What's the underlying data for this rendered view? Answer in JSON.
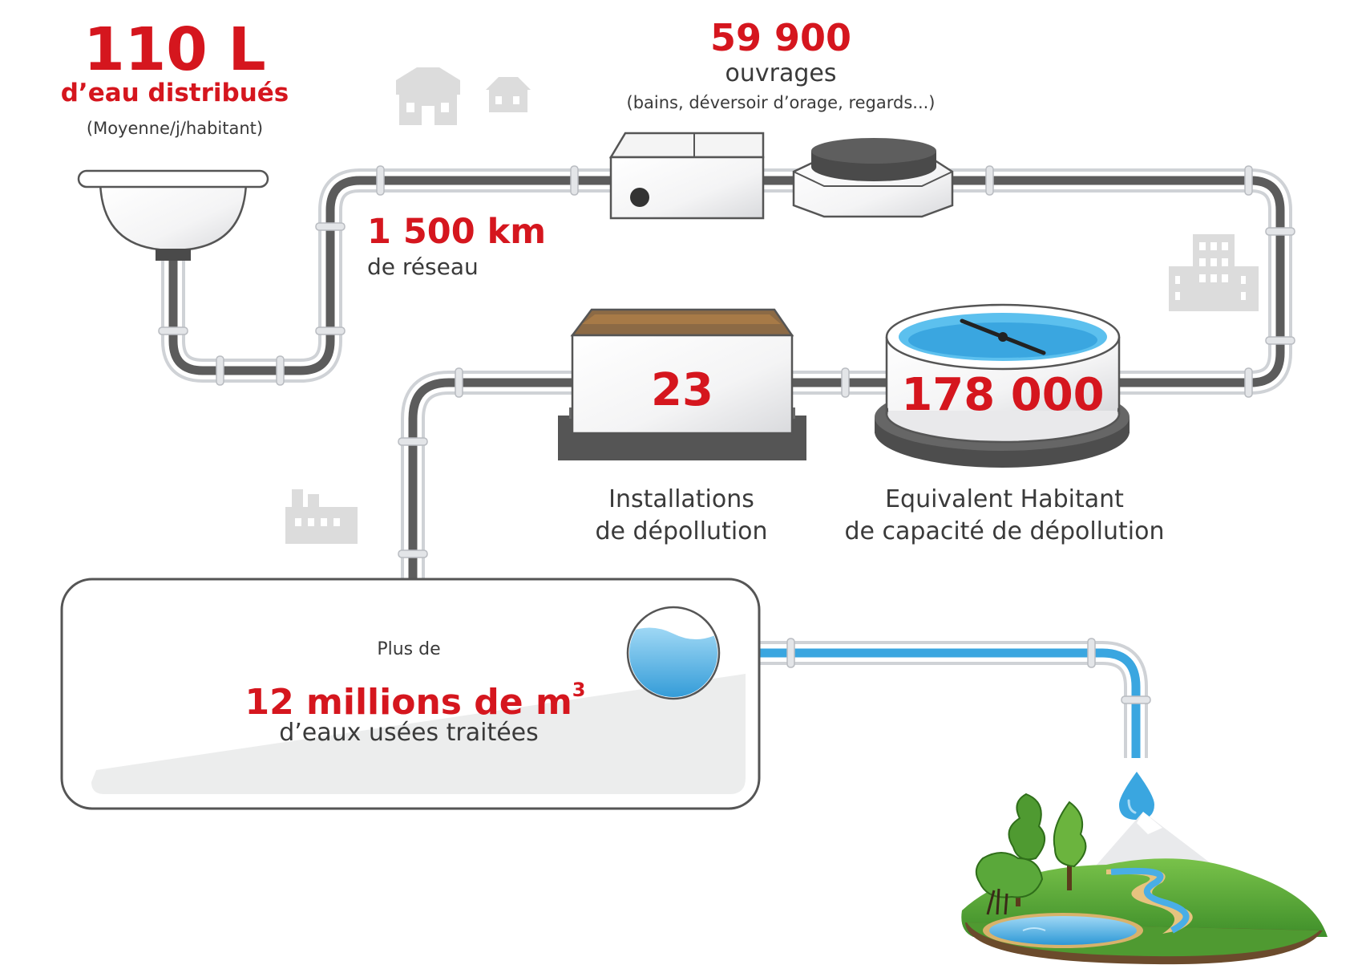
{
  "colors": {
    "accent": "#d5161e",
    "text": "#3a3a3a",
    "pipe_grey": "#5c5c5c",
    "pipe_outline": "#cfd2d6",
    "water_blue": "#3aa6e0",
    "building_grey": "#dcdcdc",
    "greenery": "#5aa83a"
  },
  "stats": {
    "water": {
      "value": "110 L",
      "label": "d’eau distribués",
      "note": "(Moyenne/j/habitant)"
    },
    "network": {
      "value": "1 500 km",
      "label": "de réseau"
    },
    "structures": {
      "value": "59 900",
      "label": "ouvrages",
      "note": "(bains, déversoir d’orage, regards...)"
    },
    "plants": {
      "value": "23",
      "label_line1": "Installations",
      "label_line2": "de dépollution"
    },
    "capacity": {
      "value": "178 000",
      "label_line1": "Equivalent Habitant",
      "label_line2": "de capacité de dépollution"
    },
    "treated": {
      "prefix": "Plus de",
      "value": "12 millions de m",
      "superscript": "3",
      "label": "d’eaux usées traitées"
    }
  },
  "icons": [
    "sink-icon",
    "houses-icon",
    "building-icon",
    "factory-icon",
    "box-structure-icon",
    "manhole-icon",
    "treatment-tank-icon",
    "clarifier-tank-icon",
    "water-gauge-icon",
    "water-drop-icon",
    "landscape-icon"
  ]
}
